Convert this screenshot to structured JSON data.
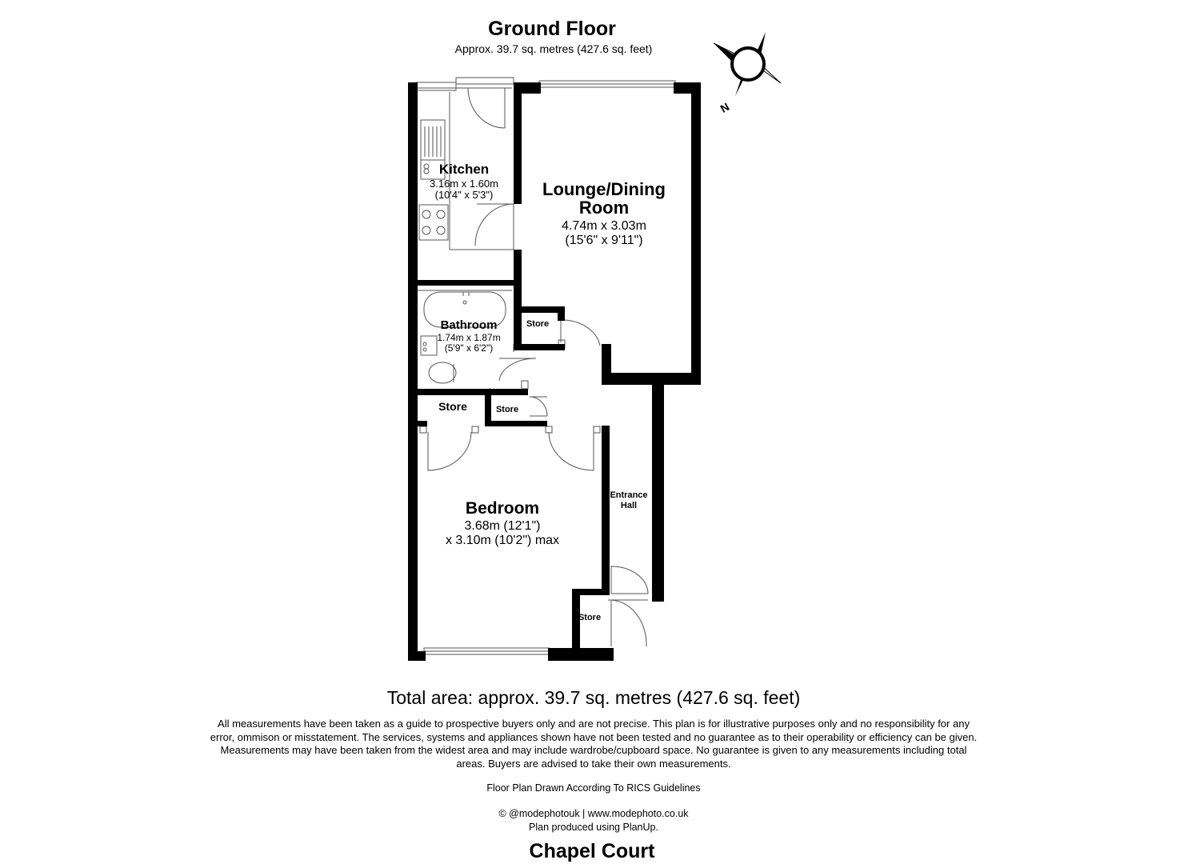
{
  "floor": {
    "title": "Ground Floor",
    "subtitle": "Approx. 39.7 sq. metres (427.6 sq. feet)"
  },
  "compass": {
    "label": "N"
  },
  "rooms": {
    "kitchen": {
      "name": "Kitchen",
      "dim_metric": "3.16m x 1.60m",
      "dim_imperial": "(10'4\" x 5'3\")"
    },
    "lounge": {
      "name_line1": "Lounge/Dining",
      "name_line2": "Room",
      "dim_metric": "4.74m x 3.03m",
      "dim_imperial": "(15'6\" x 9'11\")"
    },
    "bathroom": {
      "name": "Bathroom",
      "dim_metric": "1.74m x 1.87m",
      "dim_imperial": "(5'9\" x 6'2\")"
    },
    "bedroom": {
      "name": "Bedroom",
      "dim_line1": "3.68m (12'1\")",
      "dim_line2": "x 3.10m (10'2\") max"
    },
    "entrance_hall": {
      "name_line1": "Entrance",
      "name_line2": "Hall"
    },
    "store_lounge": "Store",
    "store_left": "Store",
    "store_mid": "Store",
    "store_entrance": "Store"
  },
  "footer": {
    "total_area": "Total area: approx. 39.7 sq. metres (427.6 sq. feet)",
    "disclaimer": "All measurements have been taken as a guide to prospective buyers only and are not precise. This plan is for illustrative purposes only and no responsibility for any error, ommison or misstatement. The services, systems and appliances shown have not been tested and no guarantee as to their operability or efficiency can be given. Measurements may have been taken from the widest area and may include wardrobe/cupboard space. No guarantee is given to any measurements including total areas. Buyers are advised to take their own measurements.",
    "rics_note": "Floor Plan Drawn According To RICS Guidelines",
    "copyright": "© @modephotouk | www.modephoto.co.uk",
    "produced": "Plan  produced  using  PlanUp.",
    "property_name": "Chapel Court"
  }
}
